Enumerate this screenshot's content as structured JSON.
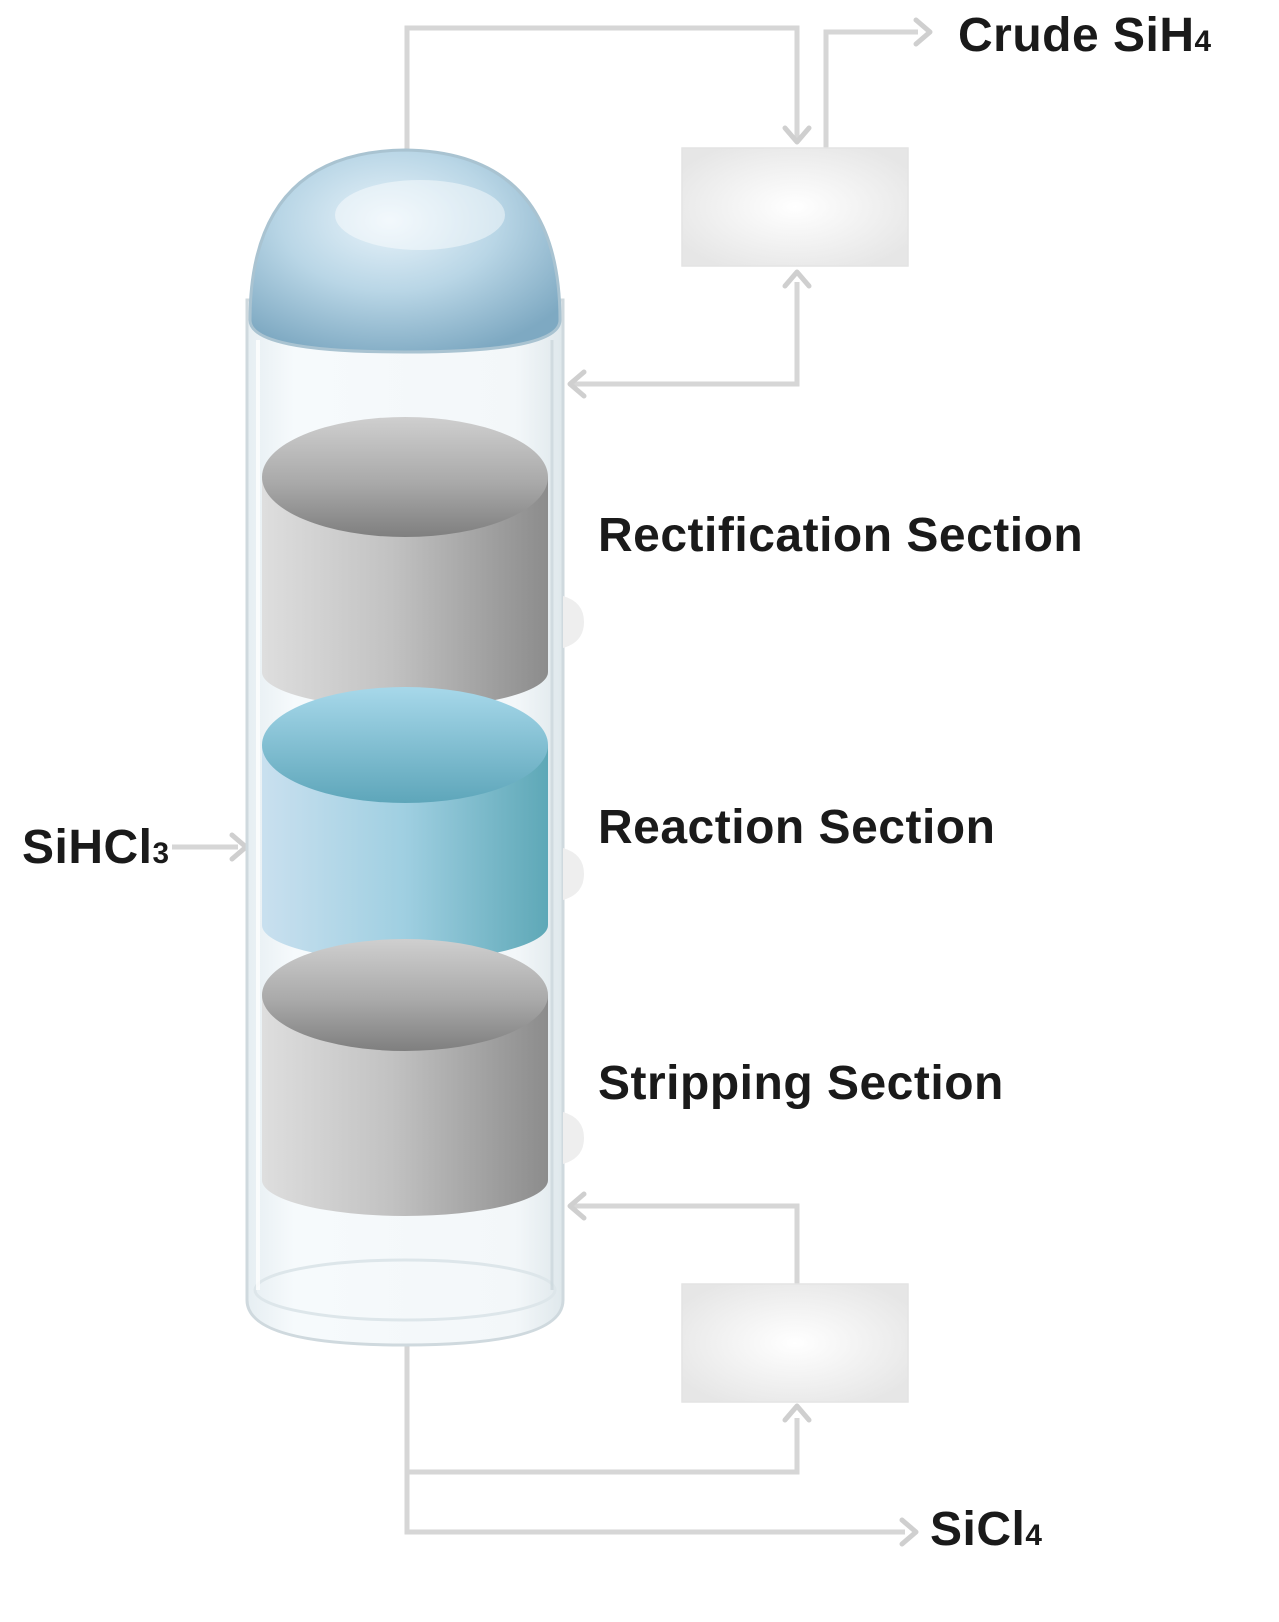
{
  "streams": {
    "top_product": {
      "text": "Crude SiH",
      "subscript": "4"
    },
    "feed": {
      "text": "SiHCl",
      "subscript": "3"
    },
    "bottom_product": {
      "text": "SiCl",
      "subscript": "4"
    }
  },
  "sections": {
    "top": "Rectification Section",
    "middle": "Reaction Section",
    "bottom": "Stripping Section"
  },
  "colors": {
    "pipe": "#d6d6d6",
    "packing_gray": "#bdbdbd",
    "packing_blue": "#7fbfd4",
    "text": "#1a1a1a"
  }
}
